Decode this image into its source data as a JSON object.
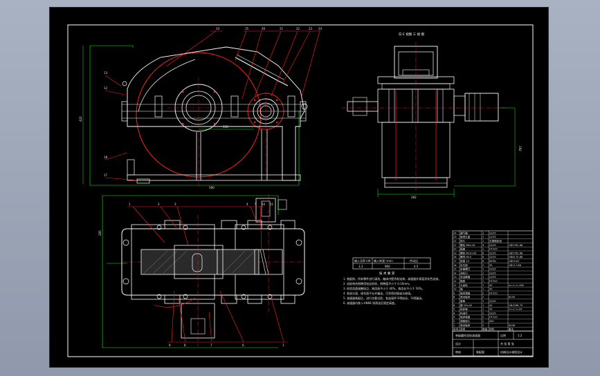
{
  "drawing": {
    "title_above_side_view": "向 E 视图  三 视 图",
    "tech_requirements_title": "技 术 要 求",
    "tech_requirements": [
      "1. 装配前，所有零件进行清洗，箱体内壁涂耐油漆，减速器外表面涂灰色油漆。",
      "2. 齿轮啮合侧隙用铅丝检验，侧隙值不小于 0.16mm。",
      "3. 检验齿面接触斑点，按齿高不小于 40%，按齿长不小于 50%。",
      "4. 各剖分面、接合面不允许漏油，可涂密封胶或水玻璃。",
      "5. 减速器装配后，进行空载试验，各连接件不得松动，不得漏油。",
      "6. 减速器内装 L-AN68 润滑油至规定高度。"
    ],
    "tech_table": {
      "headers": [
        "输入功率 kW",
        "输入转速 r/min",
        "传动比"
      ],
      "values": [
        "3.3",
        "960",
        "4.5"
      ]
    },
    "callouts_front_top": [
      "14",
      "15",
      "20",
      "21",
      "22",
      "23",
      "24"
    ],
    "callouts_front_left": [
      "13",
      "12",
      "18",
      "17"
    ],
    "callouts_plan_top": [
      "1",
      "2",
      "3",
      "4",
      "5",
      "10",
      "11"
    ],
    "callouts_plan_bottom": [
      "9",
      "8",
      "7",
      "6",
      "1"
    ],
    "dimensions": {
      "front_height": "420",
      "front_width": "580",
      "center_distance": "150",
      "side_height": "192",
      "side_width": "282",
      "plan_width": "285"
    },
    "bom_rows": [
      [
        "24",
        "通气器",
        "1",
        "Q235",
        ""
      ],
      [
        "23",
        "窥视孔盖",
        "1",
        "Q235",
        ""
      ],
      [
        "22",
        "垫片",
        "1",
        "石棉橡胶纸",
        ""
      ],
      [
        "21",
        "螺栓 M6×16",
        "4",
        "Q235",
        "GB5782-86"
      ],
      [
        "20",
        "箱盖",
        "1",
        "HT200",
        ""
      ],
      [
        "19",
        "螺栓 M10×35",
        "6",
        "Q235",
        "GB5782-86"
      ],
      [
        "18",
        "螺母 M10",
        "6",
        "Q235",
        "GB6170-86"
      ],
      [
        "17",
        "垫圈 10",
        "6",
        "65Mn",
        "GB93-87"
      ],
      [
        "16",
        "定位销",
        "2",
        "35",
        "GB117-86"
      ],
      [
        "15",
        "启盖螺钉",
        "1",
        "Q235",
        ""
      ],
      [
        "14",
        "油标尺",
        "1",
        "Q235",
        ""
      ],
      [
        "13",
        "放油螺塞",
        "1",
        "Q235",
        ""
      ],
      [
        "12",
        "箱座",
        "1",
        "HT200",
        ""
      ],
      [
        "11",
        "大齿轮",
        "1",
        "45",
        "m=2 z=108"
      ],
      [
        "10",
        "轴",
        "1",
        "45",
        ""
      ],
      [
        "9",
        "轴承端盖",
        "2",
        "HT150",
        ""
      ],
      [
        "8",
        "滚动轴承",
        "2",
        "",
        "6209"
      ],
      [
        "7",
        "套筒",
        "1",
        "Q235",
        ""
      ],
      [
        "6",
        "键 C8×40",
        "1",
        "45",
        "GB1096-79"
      ],
      [
        "5",
        "齿轮轴",
        "1",
        "45",
        "m=2 z=24"
      ],
      [
        "4",
        "挡油环",
        "2",
        "Q235",
        ""
      ],
      [
        "3",
        "轴承端盖",
        "2",
        "HT150",
        ""
      ],
      [
        "2",
        "调整垫片",
        "2",
        "08F",
        ""
      ],
      [
        "1",
        "滚动轴承",
        "2",
        "",
        "6206"
      ]
    ],
    "bom_header": [
      "序号",
      "名称",
      "数量",
      "材料",
      "备注"
    ],
    "title_block": {
      "drawing_name": "单级圆柱齿轮减速器",
      "scale_label": "比例",
      "scale": "1:2",
      "sheet_label": "共 张 第 张",
      "designer": "设计",
      "checker": "审核",
      "school": "机械设计课程设计",
      "drawing_no": "装配图"
    }
  }
}
